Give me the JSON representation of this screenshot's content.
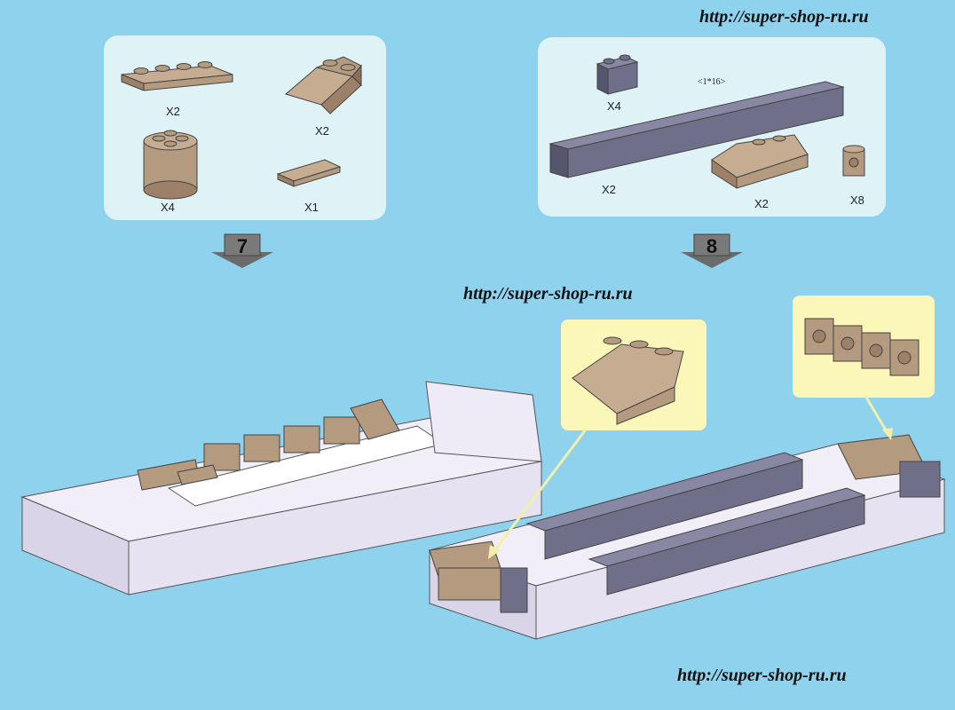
{
  "watermarks": {
    "top": "http://super-shop-ru.ru",
    "middle": "http://super-shop-ru.ru",
    "bottom": "http://super-shop-ru.ru"
  },
  "step7": {
    "number": "7",
    "parts": [
      {
        "name": "plate-1x4-tan",
        "qty": "X2"
      },
      {
        "name": "slope-2x2-tan",
        "qty": "X2"
      },
      {
        "name": "round-brick-2x2-tan",
        "qty": "X4"
      },
      {
        "name": "tile-1x2-tan",
        "qty": "X1"
      }
    ]
  },
  "step8": {
    "number": "8",
    "size_note": "<1*16>",
    "parts": [
      {
        "name": "brick-1x2-gray",
        "qty": "X4"
      },
      {
        "name": "brick-1x16-gray",
        "qty": "X2"
      },
      {
        "name": "slope-2x3-tan",
        "qty": "X2"
      },
      {
        "name": "brick-1x1-stud-side-tan",
        "qty": "X8"
      }
    ]
  },
  "colors": {
    "background": "#8fd2ee",
    "panel": "#dff2f6",
    "callout": "#fbf7b9",
    "tan": "#b49a7e",
    "gray": "#6f6f8a",
    "white_brick": "#eae6f4",
    "arrow": "#6b6b6b"
  }
}
